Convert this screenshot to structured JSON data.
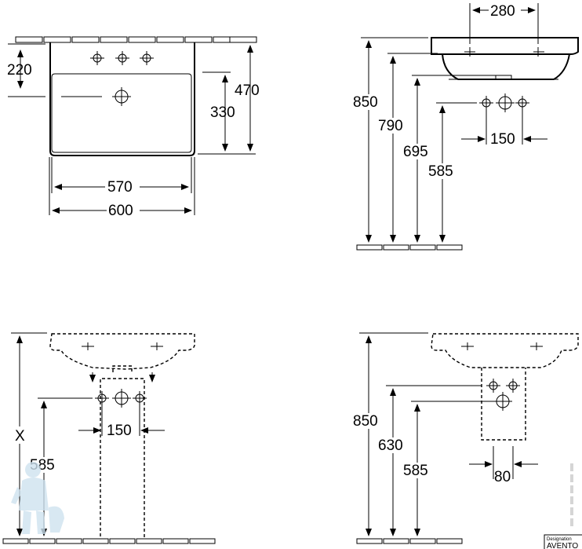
{
  "views": {
    "top_view": {
      "width_outer": "600",
      "width_inner": "570",
      "depth_outer": "470",
      "depth_inner": "330",
      "tap_hole_offset": "220"
    },
    "side_view": {
      "tap_spacing_top": "280",
      "height_rim": "850",
      "height_top_bowl": "790",
      "height_waste": "695",
      "height_supply": "585",
      "supply_spacing": "150"
    },
    "pedestal_view": {
      "variable_height": "X",
      "height_supply": "585",
      "supply_spacing": "150"
    },
    "semi_pedestal_view": {
      "height_rim": "850",
      "height_semi_pedestal_top": "630",
      "height_supply": "585",
      "supply_spacing": "80"
    }
  },
  "title_block": {
    "label": "Designation",
    "product": "AVENTO"
  }
}
